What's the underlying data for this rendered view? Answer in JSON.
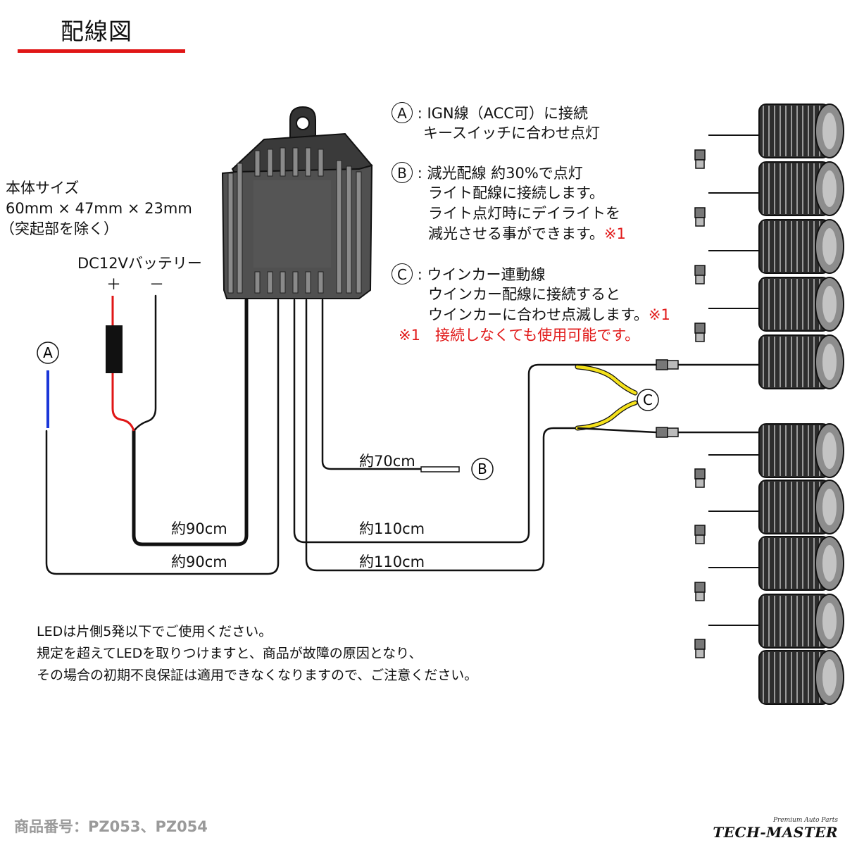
{
  "title": "配線図",
  "colors": {
    "accent": "#e01616",
    "red_note": "#e11a1a",
    "wire_blue": "#1a36d8",
    "wire_yellow": "#f5e21c",
    "wire_red": "#e01616"
  },
  "body_size": {
    "label": "本体サイズ",
    "dims": "60mm × 47mm × 23mm",
    "note": "（突起部を除く）"
  },
  "battery": {
    "label": "DC12Vバッテリー",
    "plus": "＋",
    "minus": "－"
  },
  "notes": [
    {
      "marker": "A",
      "sep": ":",
      "line1": "IGN線（ACC可）に接続",
      "line2": "キースイッチに合わせ点灯"
    },
    {
      "marker": "B",
      "sep": ":",
      "line1": "減光配線 約30%で点灯",
      "line2": "ライト配線に接続します。",
      "line3": "ライト点灯時にデイライトを",
      "line4": "減光させる事ができます。",
      "ref": "※1"
    },
    {
      "marker": "C",
      "sep": ":",
      "line1": "ウインカー連動線",
      "line2": "ウインカー配線に接続すると",
      "line3": "ウインカーに合わせ点滅します。",
      "ref": "※1"
    }
  ],
  "footnote": "※1　接続しなくても使用可能です。",
  "markers": {
    "a": "A",
    "b": "B",
    "c": "C"
  },
  "wire_lengths": {
    "w70": "約70cm",
    "w90a": "約90cm",
    "w90b": "約90cm",
    "w110a": "約110cm",
    "w110b": "約110cm"
  },
  "warning": [
    "LEDは片側5発以下でご使用ください。",
    "規定を超えてLEDを取りつけますと、商品が故障の原因となり、",
    "その場合の初期不良保証は適用できなくなりますので、ご注意ください。"
  ],
  "product_code": "商品番号：PZ053、PZ054",
  "logo": {
    "sub": "Premium Auto Parts",
    "main": "TECH-MASTER"
  }
}
